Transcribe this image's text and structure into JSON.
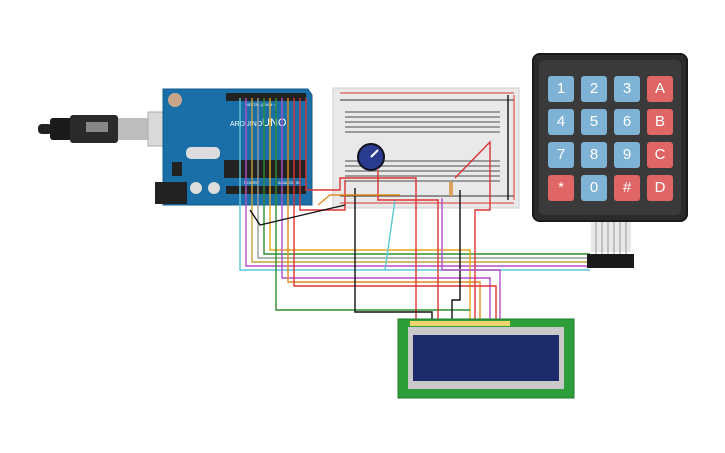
{
  "board": {
    "brand": "ARDUINO",
    "model": "UNO",
    "digital_label": "DIGITAL (PWM~)",
    "power_label": "POWER",
    "analog_label": "ANALOG IN"
  },
  "keypad": {
    "keys": [
      {
        "label": "1",
        "kind": "num"
      },
      {
        "label": "2",
        "kind": "num"
      },
      {
        "label": "3",
        "kind": "num"
      },
      {
        "label": "A",
        "kind": "letter"
      },
      {
        "label": "4",
        "kind": "num"
      },
      {
        "label": "5",
        "kind": "num"
      },
      {
        "label": "6",
        "kind": "num"
      },
      {
        "label": "B",
        "kind": "letter"
      },
      {
        "label": "7",
        "kind": "num"
      },
      {
        "label": "8",
        "kind": "num"
      },
      {
        "label": "9",
        "kind": "num"
      },
      {
        "label": "C",
        "kind": "letter"
      },
      {
        "label": "*",
        "kind": "sym"
      },
      {
        "label": "0",
        "kind": "num"
      },
      {
        "label": "#",
        "kind": "sym"
      },
      {
        "label": "D",
        "kind": "letter"
      }
    ]
  },
  "colors": {
    "arduino_blue": "#1b6fa8",
    "breadboard": "#e9e9e9",
    "lcd_green": "#2e9e3a",
    "lcd_screen": "#1d2a6b",
    "key_num": "#7fb3d5",
    "key_letter": "#e06666"
  }
}
